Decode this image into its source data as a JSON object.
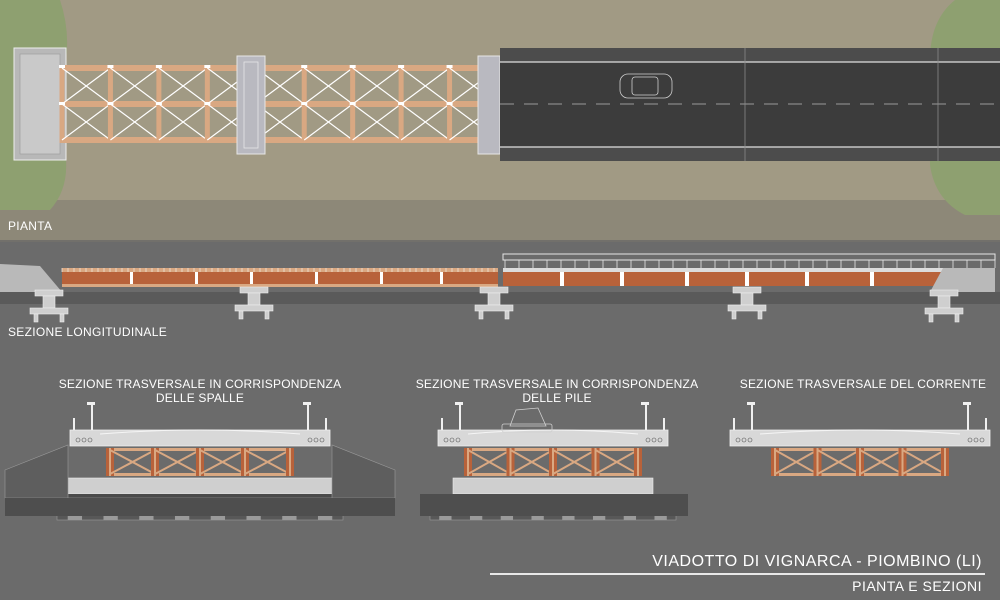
{
  "labels": {
    "plan": "PIANTA",
    "longitudinal": "SEZIONE LONGITUDINALE"
  },
  "sections": [
    {
      "line1": "SEZIONE TRASVERSALE IN CORRISPONDENZA",
      "line2": "DELLE SPALLE"
    },
    {
      "line1": "SEZIONE TRASVERSALE IN CORRISPONDENZA",
      "line2": "DELLE PILE"
    },
    {
      "line1": "SEZIONE TRASVERSALE DEL CORRENTE",
      "line2": ""
    }
  ],
  "title": {
    "main": "VIADOTTO DI VIGNARCA - PIOMBINO (LI)",
    "sub": "PIANTA E SEZIONI"
  },
  "colors": {
    "background": "#6b6b6b",
    "ground": "#a19a84",
    "grass": "#8ea070",
    "steel": "#d9a882",
    "deck": "#3c3c3c",
    "concrete": "#cfcfcf",
    "weathering": "#b8623a"
  }
}
